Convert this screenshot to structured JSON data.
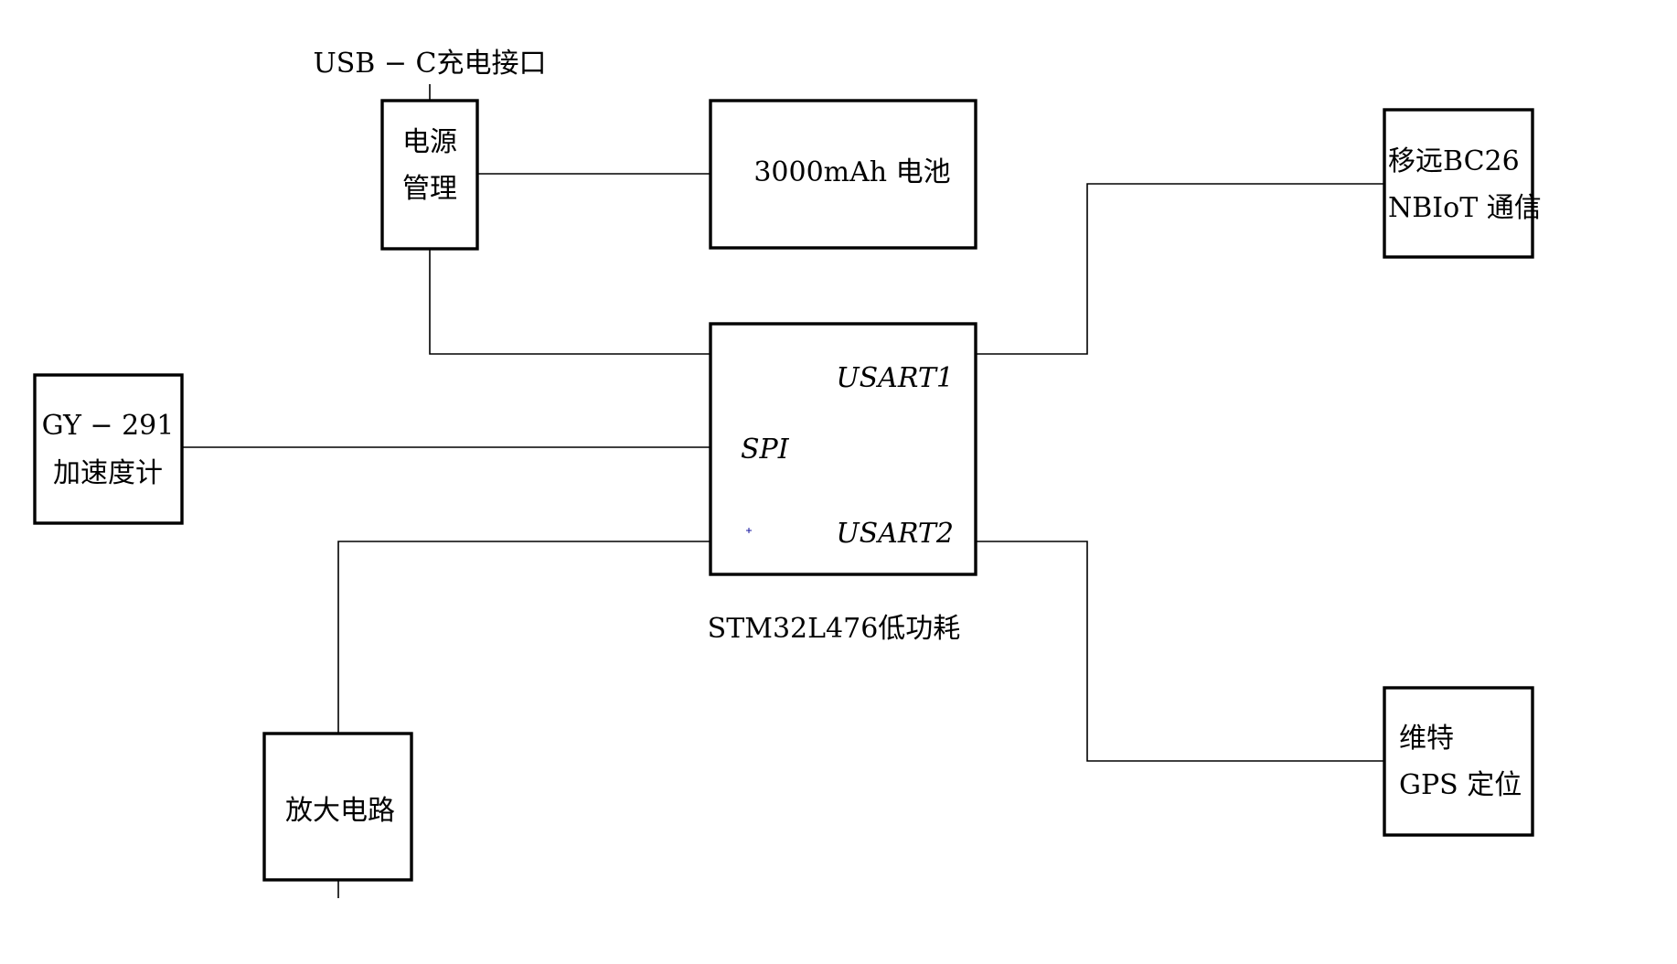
{
  "blocks": {
    "usb": {
      "label": "USB − C充电接口"
    },
    "power": {
      "line1": "电源",
      "line2": "管理"
    },
    "battery": {
      "label": "3000mAh 电池"
    },
    "nbiot": {
      "line1": "移远BC26",
      "line2": "NBIoT 通信"
    },
    "mcu": {
      "usart1": "USART1",
      "spi": "SPI",
      "usart2": "USART2",
      "caption": "STM32L476低功耗"
    },
    "accel": {
      "line1": "GY − 291",
      "line2": "加速度计"
    },
    "amplifier": {
      "label": "放大电路"
    },
    "gps": {
      "line1": "维特",
      "line2": "GPS 定位"
    }
  }
}
